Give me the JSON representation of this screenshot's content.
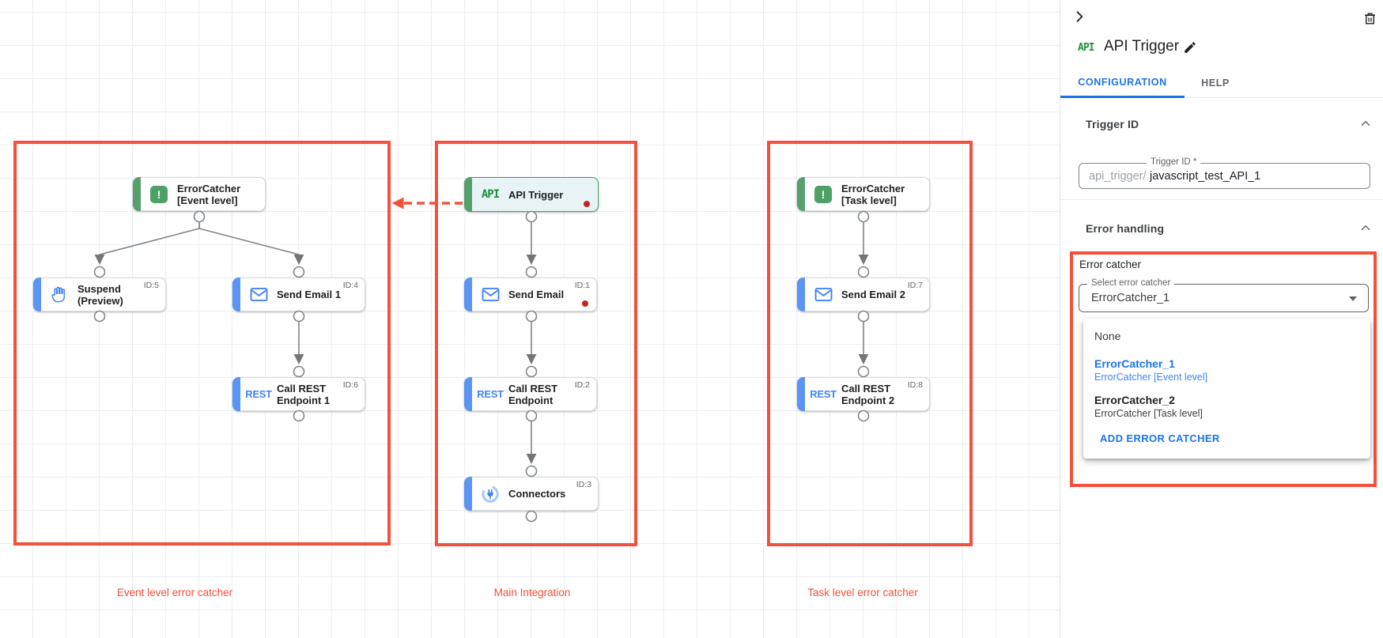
{
  "colors": {
    "accent_red": "#f4503b",
    "dot_red": "#c5221f",
    "task_blue": "#4285f4",
    "bar_blue": "#5b94f2",
    "green": "#34a853",
    "bar_green": "#57a06e",
    "link_blue": "#1a73e8",
    "edge_gray": "#80868b"
  },
  "canvas": {
    "captions": [
      "Event level error catcher",
      "Main Integration",
      "Task level error catcher"
    ],
    "ec_icon_glyph": "!",
    "rest_icon_text": "REST",
    "api_icon_text": "API",
    "nodes": [
      {
        "title1": "ErrorCatcher",
        "title2": "[Event level]"
      },
      {
        "title1": "Suspend",
        "title2": "(Preview)",
        "badge": "ID:5"
      },
      {
        "title1": "Send Email 1",
        "badge": "ID:4"
      },
      {
        "title1": "Call REST",
        "title2": "Endpoint 1",
        "badge": "ID:6"
      },
      {
        "title1": "API Trigger"
      },
      {
        "title1": "Send Email",
        "badge": "ID:1"
      },
      {
        "title1": "Call REST",
        "title2": "Endpoint",
        "badge": "ID:2"
      },
      {
        "title1": "Connectors",
        "badge": "ID:3"
      },
      {
        "title1": "ErrorCatcher",
        "title2": "[Task level]"
      },
      {
        "title1": "Send Email 2",
        "badge": "ID:7"
      },
      {
        "title1": "Call REST",
        "title2": "Endpoint 2",
        "badge": "ID:8"
      }
    ]
  },
  "panel": {
    "header": {
      "icon_text": "API",
      "title": "API Trigger"
    },
    "tabs": [
      {
        "label": "CONFIGURATION"
      },
      {
        "label": "HELP"
      }
    ],
    "sections": {
      "trigger_id": {
        "title": "Trigger ID",
        "field_label": "Trigger ID *",
        "prefix": "api_trigger/",
        "value": "javascript_test_API_1"
      },
      "error_handling": {
        "title": "Error handling",
        "group_label": "Error catcher",
        "select_label": "Select error catcher",
        "select_value": "ErrorCatcher_1",
        "options": [
          {
            "label": "None"
          },
          {
            "label": "ErrorCatcher_1",
            "sublabel": "ErrorCatcher [Event level]"
          },
          {
            "label": "ErrorCatcher_2",
            "sublabel": "ErrorCatcher [Task level]"
          }
        ],
        "action": "ADD ERROR CATCHER"
      }
    }
  }
}
